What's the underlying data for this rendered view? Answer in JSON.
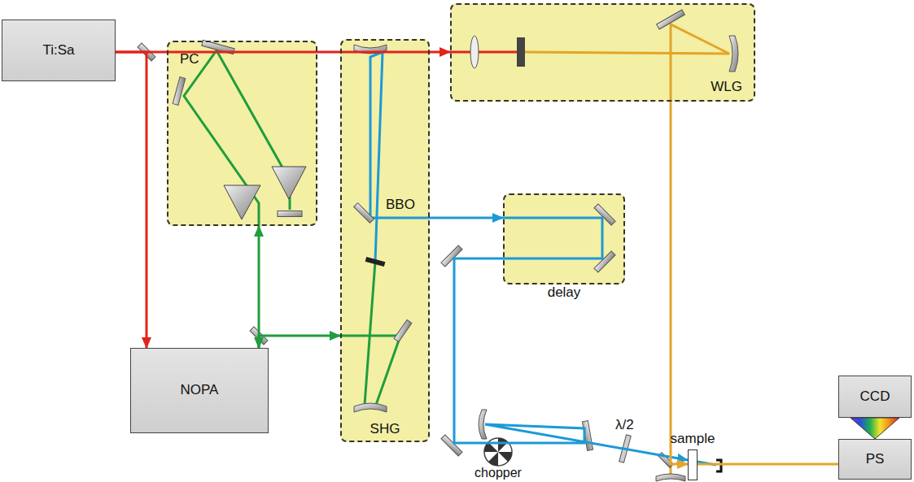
{
  "diagram": {
    "nodes": [
      {
        "text": [
          "Ti:Sa"
        ]
      },
      {
        "text": [
          "WLG"
        ]
      },
      {
        "text": [
          "PC"
        ]
      },
      {
        "text": [
          "SHG"
        ]
      },
      {
        "text": [
          "delay"
        ]
      },
      {
        "text": [
          "CCD"
        ]
      },
      {
        "text": [
          "sample"
        ]
      },
      {
        "text": [
          "PS"
        ]
      },
      {
        "text": [
          "NOPA"
        ]
      }
    ],
    "edges": [
      {
        "from": 0,
        "to": 1,
        "arrow": "to"
      },
      {
        "from": 0,
        "to": 8,
        "arrow": "to"
      },
      {
        "from": 8,
        "to": 2,
        "arrow": "both"
      },
      {
        "from": 8,
        "to": 3,
        "arrow": "to"
      },
      {
        "from": 3,
        "to": 4,
        "arrow": "to"
      },
      {
        "from": 4,
        "to": 6,
        "arrow": "to"
      },
      {
        "from": 1,
        "to": 6,
        "arrow": "to"
      },
      {
        "from": 6,
        "to": 7,
        "arrow": "none"
      }
    ],
    "labels": [
      "BBO",
      "chopper",
      "λ/2"
    ]
  }
}
